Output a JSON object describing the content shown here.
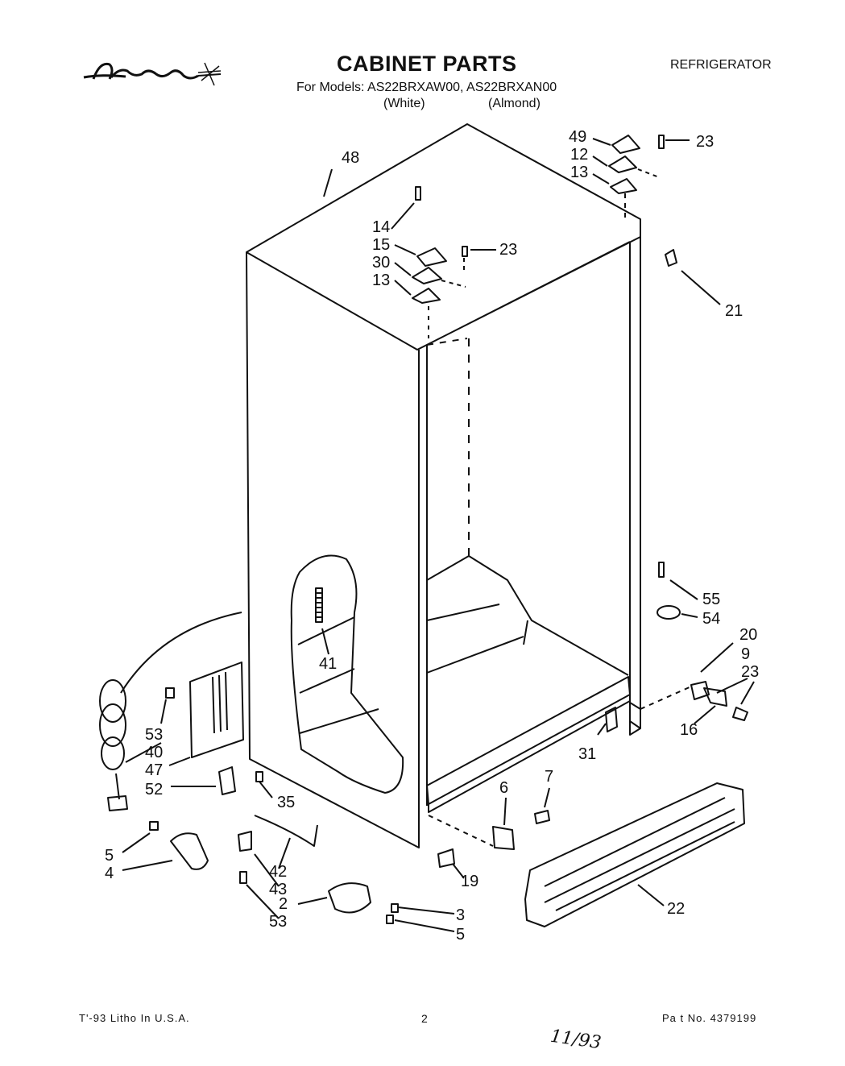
{
  "header": {
    "brand": "Acros",
    "title": "CABINET PARTS",
    "models_line": "For Models: AS22BRXAW00, AS22BRXAN00",
    "variant_white": "(White)",
    "variant_almond": "(Almond)",
    "category": "REFRIGERATOR"
  },
  "callouts": {
    "c48": "48",
    "c49": "49",
    "c12": "12",
    "c13a": "13",
    "c23a": "23",
    "c14": "14",
    "c15": "15",
    "c30": "30",
    "c13b": "13",
    "c23b": "23",
    "c21": "21",
    "c41": "41",
    "c55": "55",
    "c54": "54",
    "c20": "20",
    "c9": "9",
    "c23c": "23",
    "c16": "16",
    "c31": "31",
    "c53a": "53",
    "c40": "40",
    "c47": "47",
    "c52": "52",
    "c35": "35",
    "c6": "6",
    "c7": "7",
    "c5a": "5",
    "c4": "4",
    "c42": "42",
    "c43": "43",
    "c2": "2",
    "c53b": "53",
    "c19": "19",
    "c3": "3",
    "c5b": "5",
    "c22": "22"
  },
  "footer": {
    "left": "T'-93 Litho In U.S.A.",
    "page": "2",
    "right": "Pa t No. 4379199",
    "handwritten": "11/93"
  }
}
